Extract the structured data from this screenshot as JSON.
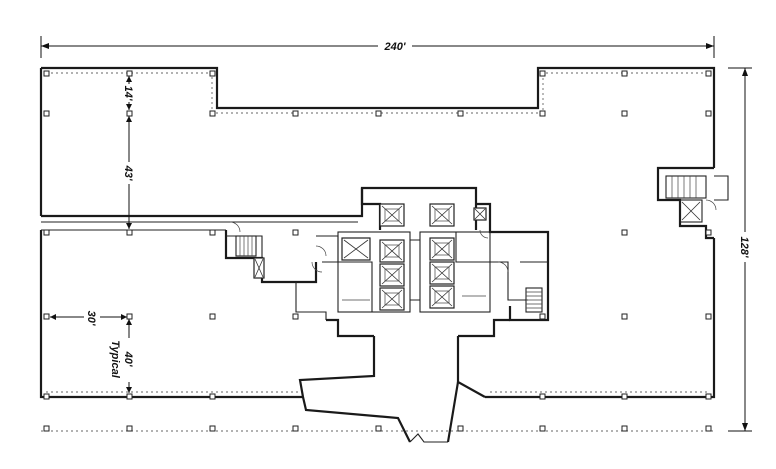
{
  "dimensions": {
    "overall_width": "240'",
    "overall_depth": "128'",
    "notch_depth": "14'",
    "bay_depth_north": "43'",
    "bay_width": "30'",
    "bay_depth_south": "40'",
    "typical": "Typical"
  }
}
